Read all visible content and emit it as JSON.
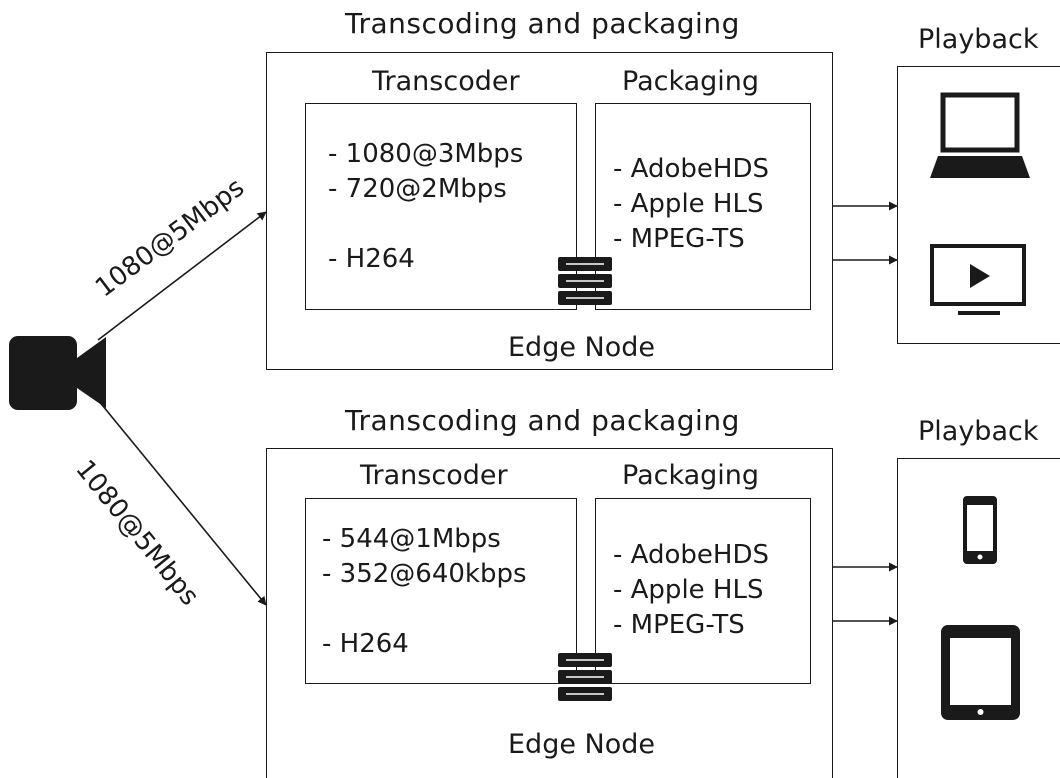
{
  "source": {
    "icon": "video-camera-icon"
  },
  "pipelines": [
    {
      "title": "Transcoding and packaging",
      "input_rate": "1080@5Mbps",
      "transcoder": {
        "title": "Transcoder",
        "profiles": [
          "- 1080@3Mbps",
          "- 720@2Mbps"
        ],
        "codec": "- H264"
      },
      "packaging": {
        "title": "Packaging",
        "formats": [
          "- AdobeHDS",
          "- Apple HLS",
          "- MPEG-TS"
        ]
      },
      "node_label": "Edge Node",
      "playback": {
        "title": "Playback",
        "devices": [
          "laptop-icon",
          "tv-player-icon"
        ]
      }
    },
    {
      "title": "Transcoding and packaging",
      "input_rate": "1080@5Mbps",
      "transcoder": {
        "title": "Transcoder",
        "profiles": [
          "- 544@1Mbps",
          "- 352@640kbps"
        ],
        "codec": "- H264"
      },
      "packaging": {
        "title": "Packaging",
        "formats": [
          "- AdobeHDS",
          "- Apple HLS",
          "- MPEG-TS"
        ]
      },
      "node_label": "Edge Node",
      "playback": {
        "title": "Playback",
        "devices": [
          "smartphone-icon",
          "tablet-icon"
        ]
      }
    }
  ],
  "colors": {
    "stroke": "#1a1a1a",
    "icon_fill": "#1a1a1a",
    "background": "#ffffff"
  }
}
